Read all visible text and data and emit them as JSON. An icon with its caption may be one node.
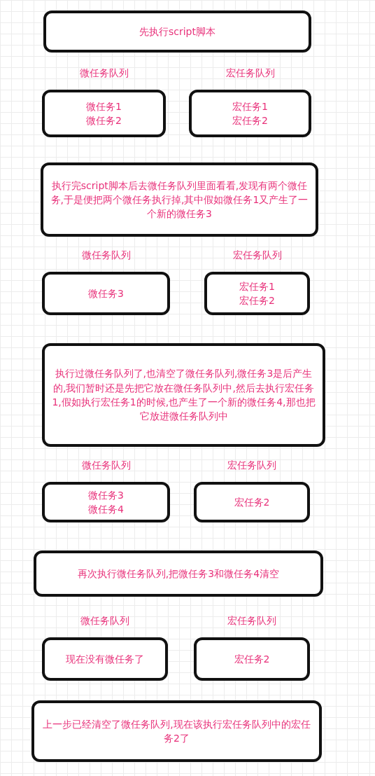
{
  "diagram": {
    "nodes": [
      {
        "text": [
          "先执行script脚本"
        ]
      },
      {
        "text": [
          "微任务队列",
          "微任务1",
          "微任务2"
        ]
      },
      {
        "text": [
          "宏任务队列",
          "宏任务1",
          "宏任务2"
        ]
      },
      {
        "text": [
          "执行完script脚本后去微任务队列里面看看,发现有两个微任务,于是便把两个微任务执行掉,其中假如微任务1又产生了一个新的微任务3"
        ]
      },
      {
        "text": [
          "微任务队列",
          "微任务3"
        ]
      },
      {
        "text": [
          "宏任务队列",
          "宏任务1",
          "宏任务2"
        ]
      },
      {
        "text": [
          "执行过微任务队列了,也清空了微任务队列,微任务3是后产生的,我们暂时还是先把它放在微任务队列中,然后去执行宏任务1,假如执行宏任务1的时候,也产生了一个新的微任务4,那也把它放进微任务队列中"
        ]
      },
      {
        "text": [
          "微任务队列",
          "微任务3",
          "微任务4"
        ]
      },
      {
        "text": [
          "宏任务队列",
          "宏任务2"
        ]
      },
      {
        "text": [
          "再次执行微任务队列,把微任务3和微任务4清空"
        ]
      },
      {
        "text": [
          "微任务队列",
          "现在没有微任务了"
        ]
      },
      {
        "text": [
          "宏任务队列",
          "宏任务2"
        ]
      },
      {
        "text": [
          "上一步已经清空了微任务队列,现在该执行宏任务队列中的宏任务2了"
        ]
      }
    ]
  }
}
